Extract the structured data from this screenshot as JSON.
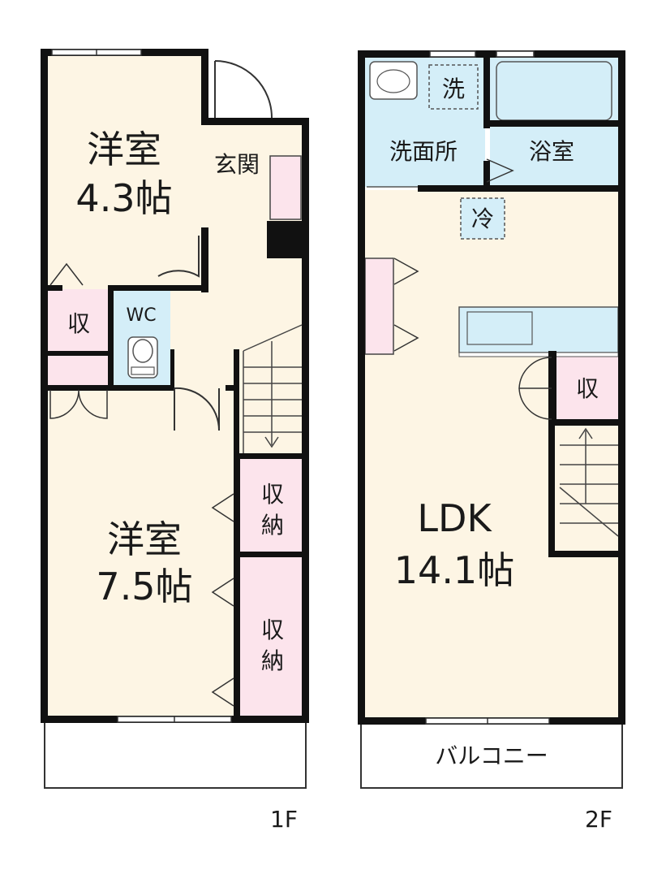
{
  "floors": [
    {
      "level_label": "1F",
      "rooms": {
        "western_small": {
          "name": "洋室",
          "size": "4.3帖"
        },
        "entrance": {
          "name": "玄関"
        },
        "storage_small": {
          "name": "収"
        },
        "wc": {
          "name": "WC"
        },
        "western_large": {
          "name": "洋室",
          "size": "7.5帖"
        },
        "closet_upper": {
          "line1": "収",
          "line2": "納"
        },
        "closet_lower": {
          "line1": "収",
          "line2": "納"
        }
      }
    },
    {
      "level_label": "2F",
      "rooms": {
        "washroom": {
          "name": "洗面所"
        },
        "washer": {
          "name": "洗"
        },
        "bathroom": {
          "name": "浴室"
        },
        "fridge": {
          "name": "冷"
        },
        "storage_small": {
          "name": "収"
        },
        "ldk": {
          "name": "LDK",
          "size": "14.1帖"
        },
        "balcony": {
          "name": "バルコニー"
        }
      }
    }
  ],
  "colors": {
    "room_fill": "#fdf5e4",
    "storage_fill": "#fce4ec",
    "wet_fill": "#d4eef8",
    "wall": "#111111"
  }
}
